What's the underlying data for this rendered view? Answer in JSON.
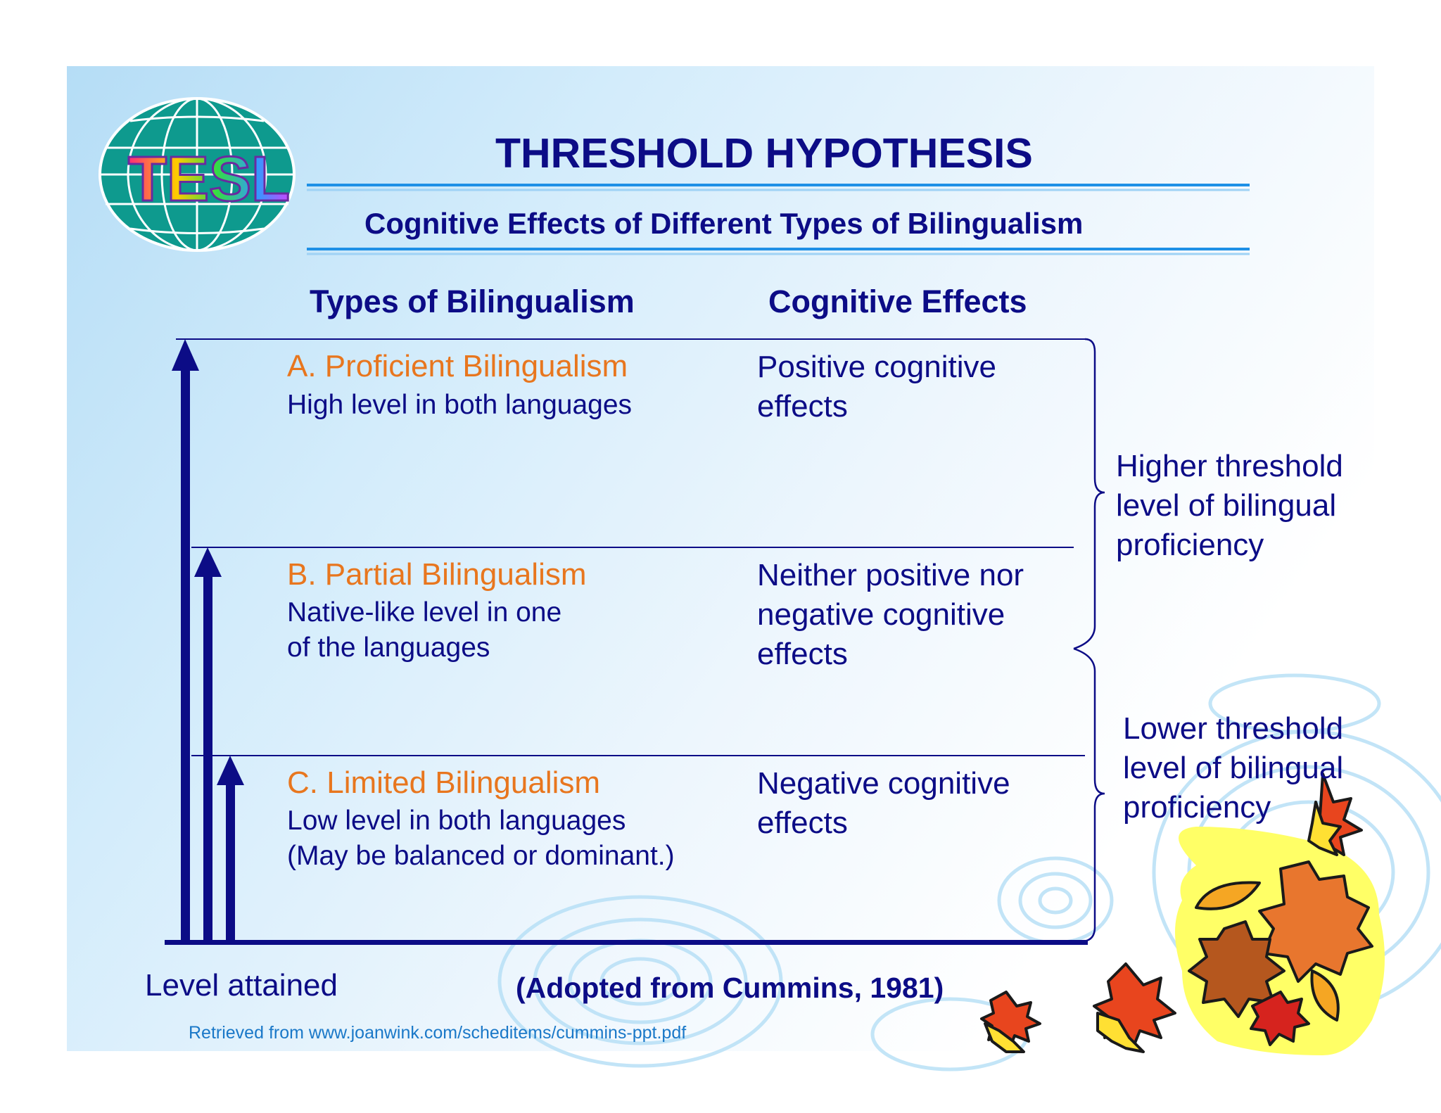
{
  "logo": {
    "text": "TESL"
  },
  "title": "THRESHOLD HYPOTHESIS",
  "subtitle": "Cognitive Effects of Different Types of Bilingualism",
  "columns": {
    "types": "Types of Bilingualism",
    "effects": "Cognitive Effects"
  },
  "levels": [
    {
      "name": "A.  Proficient Bilingualism",
      "description": "High level in both languages",
      "effect": "Positive cognitive\neffects"
    },
    {
      "name": "B. Partial Bilingualism",
      "description": "Native-like level in one\nof the languages",
      "effect": "Neither positive nor\nnegative cognitive\neffects"
    },
    {
      "name": "C. Limited Bilingualism",
      "description": "Low level in both languages\n(May be balanced or dominant.)",
      "effect": "Negative cognitive\neffects"
    }
  ],
  "thresholds": {
    "higher": "Higher threshold\nlevel of bilingual\nproficiency",
    "lower": "Lower threshold\nlevel of bilingual\nproficiency"
  },
  "axis_label": "Level attained",
  "citation": "(Adopted from Cummins, 1981)",
  "source": "Retrieved from www.joanwink.com/scheditems/cummins-ppt.pdf",
  "colors": {
    "navy": "#0c0c86",
    "orange": "#e8761e",
    "rule_blue": "#1e90e6",
    "link_blue": "#1a78c8"
  },
  "icons": [
    "globe-logo-icon",
    "autumn-leaves-icon",
    "swirl-decoration-icon"
  ]
}
